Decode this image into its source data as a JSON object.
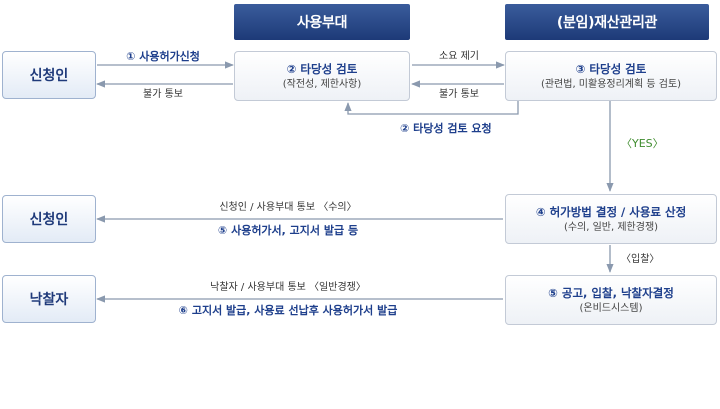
{
  "headers": {
    "using_dept": "사용부대",
    "property_mgr": "(분임)재산관리관"
  },
  "actors": {
    "applicant_top": "신청인",
    "applicant_mid": "신청인",
    "winning_bidder": "낙찰자"
  },
  "boxes": {
    "review_dept": {
      "title": "② 타당성 검토",
      "sub": "(작전성, 제한사항)"
    },
    "review_mgr": {
      "title": "③ 타당성 검토",
      "sub": "(관련법, 미활용정리계획 등 검토)"
    },
    "decide": {
      "title": "④ 허가방법 결정 / 사용료 산정",
      "sub": "(수의, 일반, 제한경쟁)"
    },
    "notice": {
      "title": "⑤ 공고, 입찰, 낙찰자결정",
      "sub": "(온비드시스템)"
    }
  },
  "labels": {
    "apply": "① 사용허가신청",
    "reject_top": "불가 통보",
    "submit": "소요 제기",
    "reject_mid": "불가 통보",
    "request_review": "② 타당성 검토 요청",
    "yes": "〈YES〉",
    "notify_private": "신청인 / 사용부대 통보 〈수의〉",
    "issue_private": "⑤ 사용허가서, 고지서 발급 등",
    "bid": "〈입찰〉",
    "notify_bidder": "낙찰자 / 사용부대 통보 〈일반경쟁〉",
    "issue_bidder": "⑥ 고지서 발급, 사용료 선납후 사용허가서 발급"
  },
  "colors": {
    "header_bg": "#2a4a8a",
    "title_text": "#1e3f8c",
    "yes_text": "#3f8c2e",
    "arrow": "#8a99ae"
  }
}
